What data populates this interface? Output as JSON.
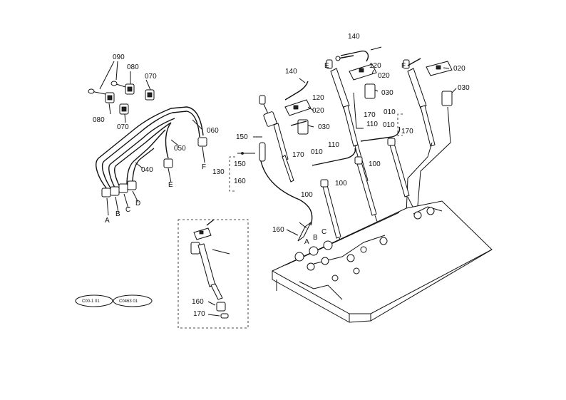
{
  "labels": {
    "p090": "090",
    "p080a": "080",
    "p070a": "070",
    "p080b": "080",
    "p070b": "070",
    "p060": "060",
    "p050": "050",
    "p040": "040",
    "letterA_left": "A",
    "letterB_left": "B",
    "letterC_left": "C",
    "letterD_left": "D",
    "letterE_left": "E",
    "letterF_left": "F",
    "p150a": "150",
    "p130": "130",
    "p150b": "150",
    "p160a": "160",
    "p140a": "140",
    "p120a": "120",
    "p020a": "020",
    "p030a": "030",
    "p170a": "170",
    "p110a": "110",
    "p010a": "010",
    "p140b": "140",
    "p120b": "120",
    "letterE_top": "E",
    "p020b": "020",
    "p030b": "030",
    "letterF_top": "F",
    "p020c": "020",
    "p030c": "030",
    "p170b": "170",
    "p010b": "010",
    "p110b": "110",
    "p010c": "010",
    "p170c": "170",
    "p100a": "100",
    "p100b": "100",
    "p100c": "100",
    "p160b": "160",
    "letterA_eng": "A",
    "letterB_eng": "B",
    "letterC_eng": "C",
    "p160c": "160",
    "p170d": "170",
    "code1": "C00-1 01",
    "code2": "C0463 01"
  },
  "icons": [
    "injection-pipe-assembly-icon",
    "injection-nozzle-icon",
    "engine-block-icon",
    "clamp-icon",
    "leak-off-pipe-icon"
  ]
}
